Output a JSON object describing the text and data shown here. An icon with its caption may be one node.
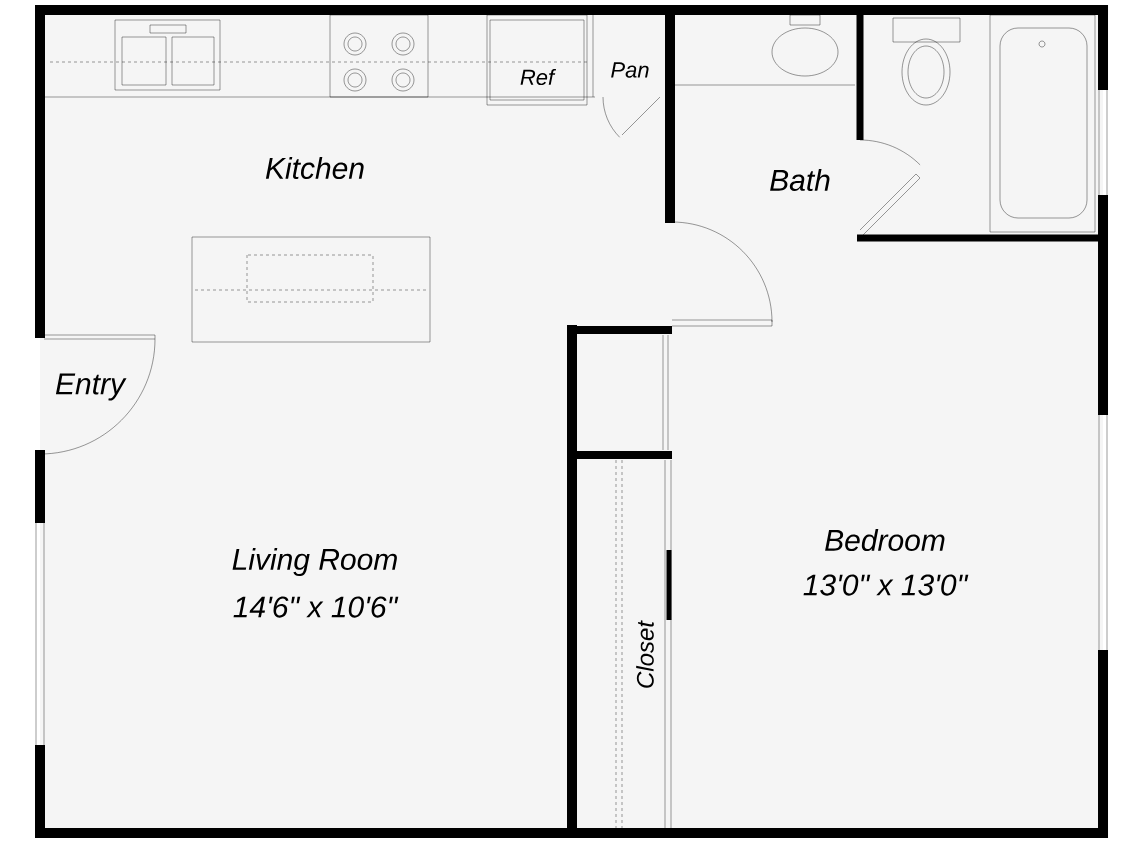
{
  "diagram": {
    "labels": [
      "Ref",
      "Pan",
      "Kitchen",
      "Bath",
      "Entry",
      "Living Room",
      "14'6\" x 10'6\"",
      "Bedroom",
      "13'0\" x 13'0\"",
      "Closet"
    ]
  }
}
